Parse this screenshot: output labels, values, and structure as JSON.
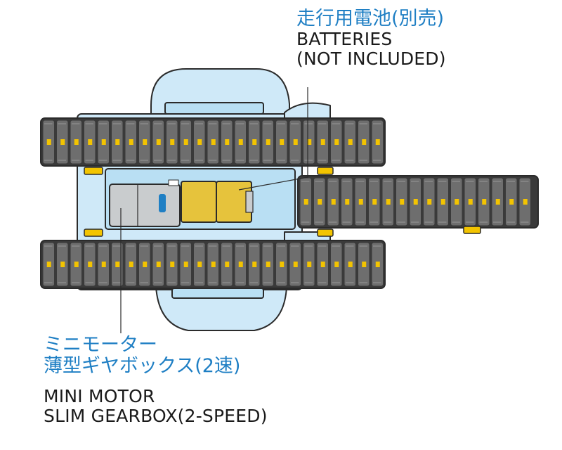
{
  "labels": {
    "batteries": {
      "jp": "走行用電池(別売)",
      "en_line1": "BATTERIES",
      "en_line2": "(NOT INCLUDED)"
    },
    "motor": {
      "jp_line1": "ミニモーター",
      "jp_line2": "薄型ギヤボックス(2速)",
      "en_line1": "MINI MOTOR",
      "en_line2": "SLIM GEARBOX(2-SPEED)"
    }
  },
  "colors": {
    "body_fill": "#cfe9f8",
    "body_stroke": "#2b2b2b",
    "track_fill": "#6e6e6e",
    "track_dark": "#3a3a3a",
    "track_highlight": "#8a8a8a",
    "pin_yellow": "#f3c400",
    "battery_fill": "#e6c33c",
    "motor_fill": "#c9ccce",
    "jp_text": "#1f7fc4",
    "en_text": "#1a1a1a"
  }
}
